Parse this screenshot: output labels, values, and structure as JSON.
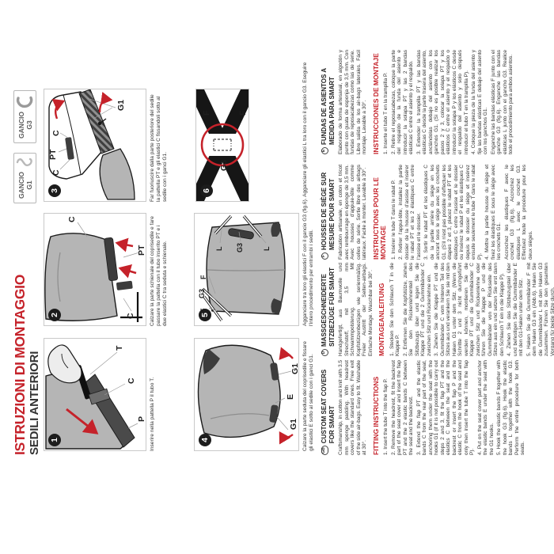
{
  "document": {
    "title_line1": "ISTRUZIONI DI MONTAGGIO",
    "title_line2": "SEDILI ANTERIORI"
  },
  "hooks": [
    {
      "label": "GANCIO",
      "code": "G1"
    },
    {
      "label": "GANCIO",
      "code": "G3"
    }
  ],
  "panels": [
    {
      "num": "1",
      "labels": [
        "T",
        "C",
        "P"
      ]
    },
    {
      "num": "2",
      "labels": [
        "C",
        "PT",
        "C"
      ]
    },
    {
      "num": "3",
      "labels": [
        "C",
        "PT",
        "C",
        "G1"
      ]
    },
    {
      "num": "4",
      "labels": [
        "G1",
        "E",
        "G1"
      ]
    },
    {
      "num": "5",
      "labels": [
        "F",
        "G3",
        "F",
        "L",
        "G3",
        "L"
      ]
    },
    {
      "num": "6",
      "labels": [
        "G3",
        "F",
        "F"
      ]
    }
  ],
  "captions": {
    "fig1": "Inserire nella pattella P il tubo T.",
    "fig2": "Calzare la parte schienale del coprisedile e fare passare la pattella con il tubo inserito PT e i due elastici C tra seduta e schienale.",
    "fig3": "Far fuoriuscire dalla parte posteriore del sedile la pattella PT e gli elastici C fissandoli sotto al sedile con i ganci G1.",
    "fig4": "Calzare la parte seduta del coprisedile e fissare gli elastici E sotto al sedile con i ganci G1.",
    "fig5_6": "Agganciare tra loro  gli elastici F con il gancio G3 (fig.6). Agganciare gli elastici L tra loro con il gancio G3. Eseguire l'intero procedimento per entrambi i sedili."
  },
  "columns": [
    {
      "badge": "GB",
      "heading": "CUSTOM SEAT COVERS FOR SMART",
      "intro": "Craftsmanship, in cotton and knit with 3.5 mm sponge padding. With headrest covers like the standard ones. Free exit of the side air-bags. Easy to fit. Washable at 30°.",
      "section": "FITTING INSTRUCTIONS",
      "steps": [
        "1. Insert the tube T into the flap P.",
        "2. Remove the headrest, fit the backrest part of the seat cover and insert the flap PT and the 2 elastic bands C between the seat and the backrest.",
        "3. Extend the flap PT and the elastic bands C from the rear part of the seat, anchoring them under the seat with the hooks G1 (if it is not possible to carry out steps 2 and 3, fit the flap PT and the elastics C between the seat and the backrest or insert the flap P and the elastic C from the hook of the seat and only then insert the tube T into the flap P).",
        "4. Put on the seat cover part and anchor the elastic bands E under the seat with the G1 hooks.",
        "5. Hook the elastic bands F together with the hook G3 (fig.6). Hook the elastic bands L together with the hook G3. Perform the entire procedure for both seats."
      ]
    },
    {
      "badge": "D",
      "heading": "MASSGESCHNEIDERTE SITZBEZÜGE FÜR SMART",
      "intro": "Handgefertigt, aus Baumwolle und Strechstoff, mit 3,5 mm Schwammpolsterung. Mit Kopfstützenbezügen wie serienmäßig. Freier Austritt der Seiten-airbags. Einfache Montage. Waschbar bei 30°.",
      "section": "MONTAGEANLEITUNG",
      "steps": [
        "1. Stecken Sie den Schlauch T in die Klappe P.",
        "2. Entfernen Sie die Kopfstütze, ziehen Sie den Rückenlehnenteil des Sitzbezugs über und legen Sie die Klappe PT und die 2 Gummibänder C zwischen Sitz und Rückenlehne ein.",
        "3. Ziehen Sie die Klappe PT und die Gummibänder C vom hinteren Teil des Sitzes aus und verankern Sie sie mit den Haken G1 unter dem Sitz. (Wenn die Schritte 2 und 3 nicht durchgeführt werden können, montieren Sie die Klappe PT und die Gummibänder C zwischen Sitz und Rückenlehne oder führen Sie die Klappe P und die Gummibänder von der Rückseite des Sitzes aus ein und setzen Sie erst dann den Schlauch T ein in die Klappe P).",
        "4. Ziehen Sie das Sitzbezugsteil über und befestigen Sie die Gummibänder E mit den G1-Haken unter dem Sitz.",
        "5. Haken Sie die Gummibänder F mit dem Haken G3 ein (Abb.6). Haken Sie die Gummibänder L mit den Haken G3 zusammen. Führen Sie den gesamten Vorgang für beide Sitze durch."
      ]
    },
    {
      "badge": "F",
      "heading": "HOUSSES DE SIÈGE SUR MESURE POUR SMART",
      "intro": "Fabrication artisanale, en coton et tricot avec rembourrage en éponge de 3,5 mm. Avec housses d'appuie-tête comme celles de série. Sortie libre des airbags latéraux. Facile à monter. Lavable à 30°.",
      "section": "INSTRUCTIONS POUR LE MONTAGE",
      "steps": [
        "1. Insérer le tube T dans le rabat P.",
        "2. Retirer l'appui-tête, installez la partie dossier de la housse d'assise et insérer le rabat PT et les 2 élastiques C entre l'assise et le dossier.",
        "3. Sortir le rabat PT et les élastiques C de la partie arrière du siège en les ancrant sous le siège avec les crochets G1. (S'il n'est pas possible d'effectuer les étapes 2 et 3, placez le rabat PT et les élastiques C entre l'assise et le dossier ou insérez le rabat P et les élastiques C depuis le dossier du siège et insérez ensuite seulement le tube T dans le rabat P).",
        "4. Mettre la partie housse du siège et fixez les élastiques E sous le siège avec les crochets G1.",
        "Accrochez les élastiques F avec le crochet G3 (fig.6). Accrochez les élastiques L avec le crochet G3. Effectuez toute la procédure pour les deux sièges."
      ]
    },
    {
      "badge": "E",
      "heading": "FUNDAS DE ASIENTOS A MEDIDA PARA SMART",
      "intro": "Elaborado de forma artesanal, en algodón y punto con guata de esponja de 3,5 mm. Con fundas de reposacabezas como las de serie. Libre salida de los air-bags laterales. Fácil montaje. Lavable a 30°.",
      "section": "INSTRUCCIONES DE MONTAJE",
      "steps": [
        "1. Inserte el tubo T en la trampilla P.",
        "2. Retire el reposacabezas, coloque la parte del respaldo de la funda del asiento e introducir la solapa PT y las 2 bandas elásticas C entre el asiento y el respaldo.",
        "3. Extender la trampilla PT y las bandas elásticas C desde la parte trasera del asiento, anclándolas debajo del asiento con los ganchos G1. (Si no es posible realizar los pasos 2 y 3, colocar la solapa PT y los elásticos C entre el asiento y el respaldo o introducir la solapa P y los elásticos C desde el respaldo del asiento y solo después introducir el tubo T en la trampilla P).",
        "4. Coloque la pieza de la funda del asiento y fije las bandas elásticas E debajo del asiento con los ganchos G1.",
        "Enganche las bandas elásticas F junto con el gancho G3 (fig.6). Enganche las bandas elásticas L junto con el gancho G3. Realice todo el procedimiento para ambos asientos."
      ]
    }
  ],
  "colors": {
    "accent_red": "#c5222a",
    "seat_gray": "#b5b5b5",
    "dark": "#3d3d3d",
    "panel_border": "#c9c9c9",
    "text": "#2f2f2f"
  }
}
